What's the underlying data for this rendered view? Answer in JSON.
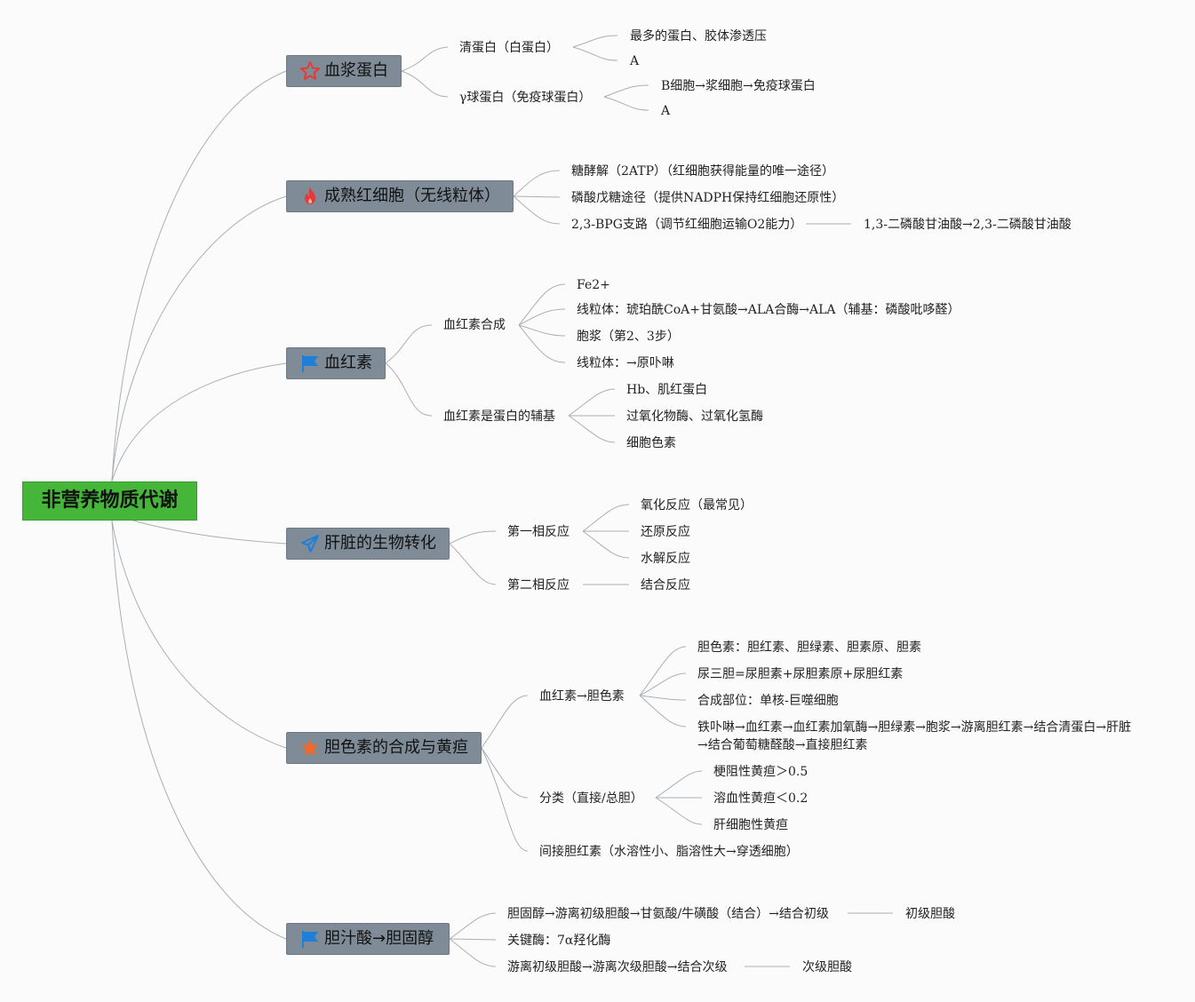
{
  "root": {
    "label": "非营养物质代谢"
  },
  "branches": [
    {
      "label": "血浆蛋白",
      "icon": "star-outline-icon",
      "icon_color": "#e53935",
      "children": [
        {
          "label": "清蛋白（白蛋白）",
          "children": [
            {
              "label": "最多的蛋白、胶体渗透压"
            },
            {
              "label": "A"
            }
          ]
        },
        {
          "label": "γ球蛋白（免疫球蛋白）",
          "children": [
            {
              "label": "B细胞→浆细胞→免疫球蛋白"
            },
            {
              "label": "A"
            }
          ]
        }
      ]
    },
    {
      "label": "成熟红细胞（无线粒体）",
      "icon": "fire-icon",
      "icon_color": "#e53935",
      "children": [
        {
          "label": "糖酵解（2ATP）（红细胞获得能量的唯一途径）"
        },
        {
          "label": "磷酸戊糖途径（提供NADPH保持红细胞还原性）"
        },
        {
          "label": "2,3-BPG支路（调节红细胞运输O2能力）",
          "children": [
            {
              "label": "1,3-二磷酸甘油酸→2,3-二磷酸甘油酸"
            }
          ]
        }
      ]
    },
    {
      "label": "血红素",
      "icon": "flag-icon",
      "icon_color": "#1e7fd8",
      "children": [
        {
          "label": "血红素合成",
          "children": [
            {
              "label": "Fe2+"
            },
            {
              "label": "线粒体：琥珀酰CoA+甘氨酸→ALA合酶→ALA（辅基：磷酸吡哆醛）"
            },
            {
              "label": "胞浆（第2、3步）"
            },
            {
              "label": "线粒体：→原卟啉"
            }
          ]
        },
        {
          "label": "血红素是蛋白的辅基",
          "children": [
            {
              "label": "Hb、肌红蛋白"
            },
            {
              "label": "过氧化物酶、过氧化氢酶"
            },
            {
              "label": "细胞色素"
            }
          ]
        }
      ]
    },
    {
      "label": "肝脏的生物转化",
      "icon": "paper-plane-icon",
      "icon_color": "#1e7fd8",
      "children": [
        {
          "label": "第一相反应",
          "children": [
            {
              "label": "氧化反应（最常见）"
            },
            {
              "label": "还原反应"
            },
            {
              "label": "水解反应"
            }
          ]
        },
        {
          "label": "第二相反应",
          "children": [
            {
              "label": "结合反应"
            }
          ]
        }
      ]
    },
    {
      "label": "胆色素的合成与黄疸",
      "icon": "star-filled-icon",
      "icon_color": "#ee6a2a",
      "children": [
        {
          "label": "血红素→胆色素",
          "children": [
            {
              "label": "胆色素：胆红素、胆绿素、胆素原、胆素"
            },
            {
              "label": "尿三胆=尿胆素+尿胆素原+尿胆红素"
            },
            {
              "label": "合成部位：单核-巨噬细胞"
            },
            {
              "label": "铁卟啉→血红素→血红素加氧酶→胆绿素→胞浆→游离胆红素→结合清蛋白→肝脏→结合葡萄糖醛酸→直接胆红素"
            }
          ]
        },
        {
          "label": "分类（直接/总胆）",
          "children": [
            {
              "label": "梗阻性黄疸＞0.5"
            },
            {
              "label": "溶血性黄疸＜0.2"
            },
            {
              "label": "肝细胞性黄疸"
            }
          ]
        },
        {
          "label": "间接胆红素（水溶性小、脂溶性大→穿透细胞）"
        }
      ]
    },
    {
      "label": "胆汁酸→胆固醇",
      "icon": "flag-icon",
      "icon_color": "#1e7fd8",
      "children": [
        {
          "label": "胆固醇→游离初级胆酸→甘氨酸/牛磺酸（结合）→结合初级",
          "children": [
            {
              "label": "初级胆酸"
            }
          ]
        },
        {
          "label": "关键酶：7α羟化酶"
        },
        {
          "label": "游离初级胆酸→游离次级胆酸→结合次级",
          "children": [
            {
              "label": "次级胆酸"
            }
          ]
        }
      ]
    }
  ]
}
